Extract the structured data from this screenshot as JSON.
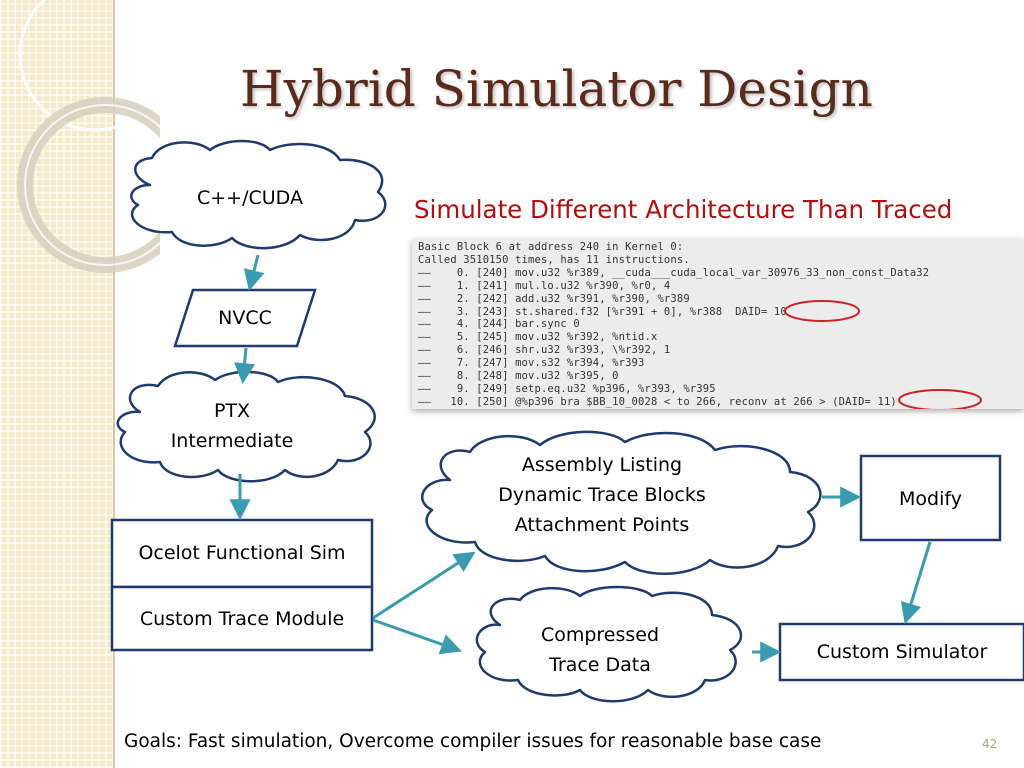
{
  "slide": {
    "title": "Hybrid Simulator Design",
    "subtitle": "Simulate Different Architecture Than Traced",
    "page_number": "42",
    "footer": "Goals: Fast simulation, Overcome compiler issues for reasonable base case"
  },
  "code_listing": {
    "lines": [
      "Basic Block 6 at address 240 in Kernel 0:",
      "Called 3510150 times, has 11 instructions.",
      "——    0. [240] mov.u32 %r389, __cuda___cuda_local_var_30976_33_non_const_Data32",
      "——    1. [241] mul.lo.u32 %r390, %r0, 4",
      "——    2. [242] add.u32 %r391, %r390, %r389",
      "——    3. [243] st.shared.f32 [%r391 + 0], %r388  DAID= 10",
      "——    4. [244] bar.sync 0",
      "——    5. [245] mov.u32 %r392, %ntid.x",
      "——    6. [246] shr.u32 %r393, \\%r392, 1",
      "——    7. [247] mov.s32 %r394, %r393",
      "——    8. [248] mov.u32 %r395, 0",
      "——    9. [249] setp.eq.u32 %p396, %r393, %r395",
      "——   10. [250] @%p396 bra $BB_10_0028 < to 266, reconv at 266 > (DAID= 11)"
    ],
    "highlight_color": "#cc2222"
  },
  "diagram": {
    "source": "C++/CUDA",
    "compiler": "NVCC",
    "ptx": [
      "PTX",
      "Intermediate"
    ],
    "functional_sim": "Ocelot Functional Sim",
    "trace_module": "Custom Trace Module",
    "assembly": [
      "Assembly Listing",
      "Dynamic Trace Blocks",
      "Attachment Points"
    ],
    "modify": "Modify",
    "compressed": [
      "Compressed",
      "Trace Data"
    ],
    "custom_sim": "Custom Simulator"
  },
  "colors": {
    "title": "#5a2a1c",
    "subtitle": "#b00f0f",
    "shape_stroke": "#1f3a6e",
    "arrow": "#3a9bb0"
  }
}
